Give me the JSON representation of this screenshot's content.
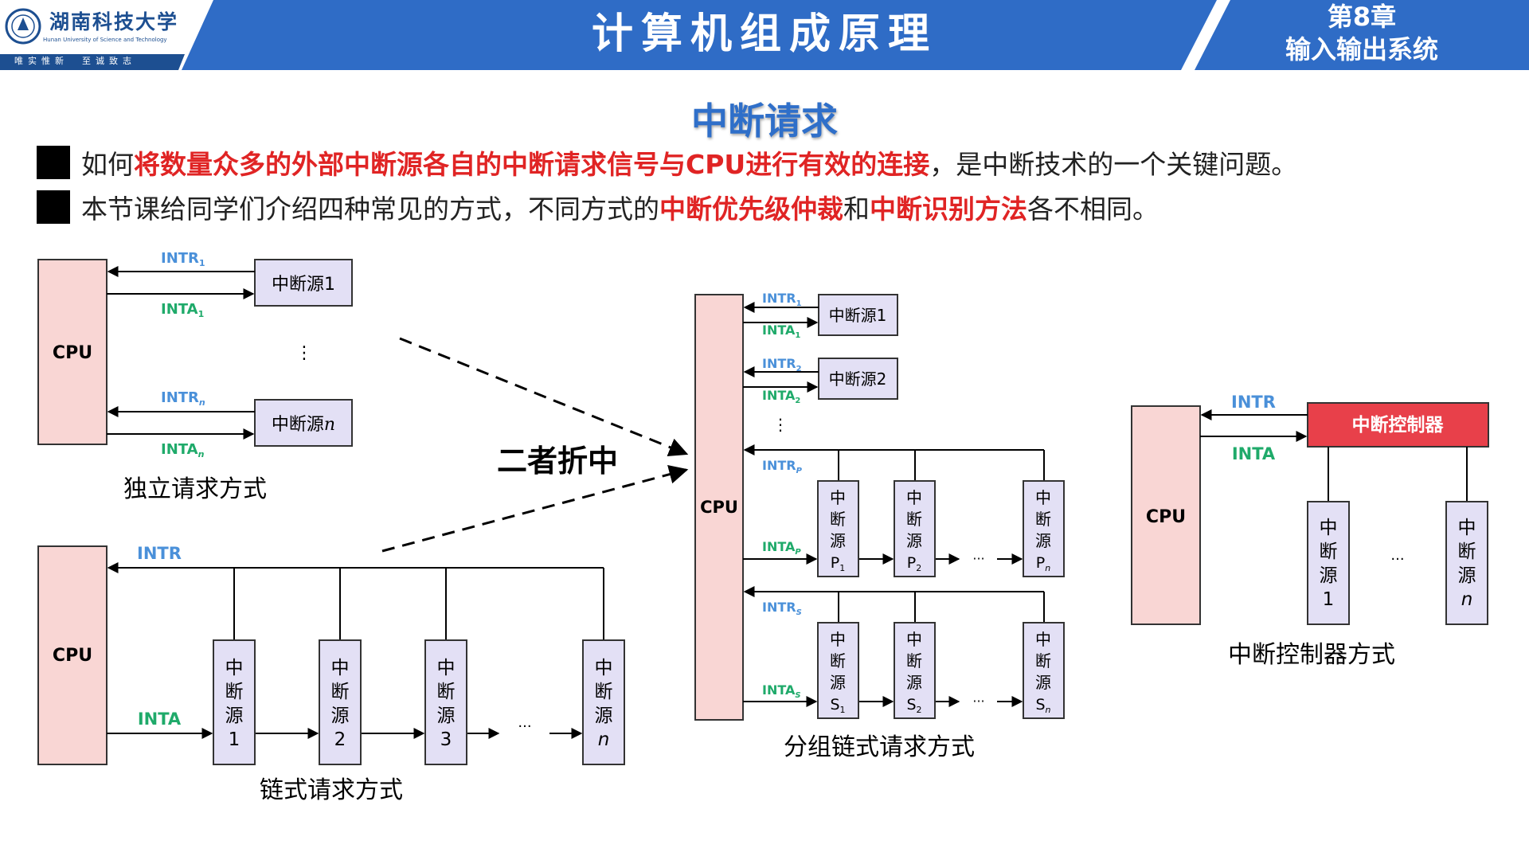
{
  "header": {
    "university_cn": "湖南科技大学",
    "university_en": "Hunan University of Science and Technology",
    "motto": "唯实惟新　至诚致志",
    "course_title": "计算机组成原理",
    "chapter_number": "第8章",
    "chapter_title": "输入输出系统",
    "colors": {
      "bar": "#2f6cc6",
      "accent": "#1d4f91"
    }
  },
  "section_title": "中断请求",
  "bullets": [
    {
      "parts": [
        {
          "text": "如何",
          "hl": false
        },
        {
          "text": "将数量众多的外部中断源各自的中断请求信号与CPU进行有效的连接",
          "hl": true
        },
        {
          "text": "，是中断技术的一个关键问题。",
          "hl": false
        }
      ]
    },
    {
      "parts": [
        {
          "text": "本节课给同学们介绍四种常见的方式，不同方式的",
          "hl": false
        },
        {
          "text": "中断优先级仲裁",
          "hl": true
        },
        {
          "text": "和",
          "hl": false
        },
        {
          "text": "中断识别方法",
          "hl": true
        },
        {
          "text": "各不相同。",
          "hl": false
        }
      ]
    }
  ],
  "colors": {
    "cpu_fill": "#f9d6d4",
    "source_fill": "#e3e0f5",
    "controller_fill": "#e8404a",
    "intr_color": "#4a90d9",
    "inta_color": "#1faa6a",
    "highlight": "#e02424"
  },
  "diagrams": {
    "independent": {
      "caption": "独立请求方式",
      "cpu": "CPU",
      "src1": "中断源1",
      "srcn_prefix": "中断源",
      "srcn_var": "n",
      "intr": "INTR",
      "inta": "INTA",
      "sub1": "1",
      "subn": "n",
      "vdots": "⋮"
    },
    "chain": {
      "caption": "链式请求方式",
      "cpu": "CPU",
      "intr": "INTR",
      "inta": "INTA",
      "src_chars": [
        "中",
        "断",
        "源"
      ],
      "src_nums": [
        "1",
        "2",
        "3",
        "n"
      ],
      "dots": "···"
    },
    "compromise": "二者折中",
    "group": {
      "caption": "分组链式请求方式",
      "cpu": "CPU",
      "src1": "中断源1",
      "src2": "中断源2",
      "intr": "INTR",
      "inta": "INTA",
      "subs": [
        "1",
        "2",
        "P",
        "S"
      ],
      "p_letter": "P",
      "s_letter": "S",
      "chain_subs": [
        "1",
        "2",
        "n"
      ],
      "src_chars": [
        "中",
        "断",
        "源"
      ],
      "vdots": "⋮",
      "dots": "···"
    },
    "controller": {
      "caption": "中断控制器方式",
      "cpu": "CPU",
      "controller": "中断控制器",
      "intr": "INTR",
      "inta": "INTA",
      "src_chars": [
        "中",
        "断",
        "源"
      ],
      "src_nums": [
        "1",
        "n"
      ],
      "dots": "···"
    }
  }
}
